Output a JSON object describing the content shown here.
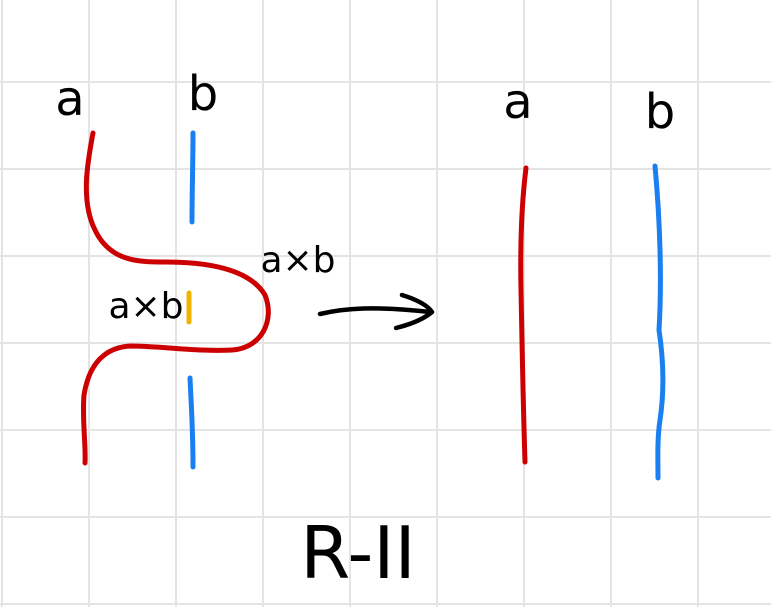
{
  "diagram": {
    "title": "R-II",
    "operation_arrow": "rewrite-arrow",
    "colors": {
      "background": "#ffffff",
      "grid": "#e4e4e4",
      "strand_a": "#cc0000",
      "strand_b": "#1a7ff0",
      "crossing_mark": "#f0b400",
      "ink": "#000000"
    },
    "left_diagram": {
      "strand_a_label": "a",
      "strand_b_label": "b",
      "upper_crossing_label": "a×b",
      "lower_crossing_label": "a×b"
    },
    "right_diagram": {
      "strand_a_label": "a",
      "strand_b_label": "b"
    }
  }
}
